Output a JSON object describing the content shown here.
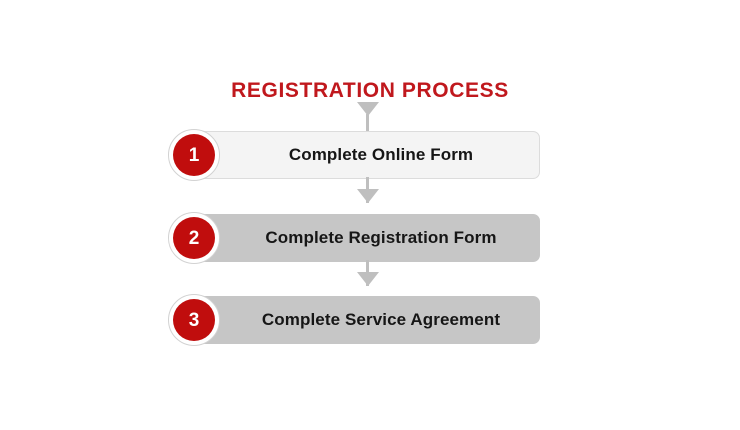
{
  "diagram": {
    "title": "REGISTRATION PROCESS",
    "title_color": "#c0181d",
    "background_color": "#ffffff",
    "badge_color": "#c00d0d",
    "connector_color": "#bfbfbf",
    "steps": [
      {
        "number": "1",
        "label": "Complete Online Form",
        "fill": "#f4f4f4",
        "style": "light"
      },
      {
        "number": "2",
        "label": "Complete Registration Form",
        "fill": "#c6c6c6",
        "style": "dark"
      },
      {
        "number": "3",
        "label": "Complete Service Agreement",
        "fill": "#c6c6c6",
        "style": "dark"
      }
    ],
    "connectors": [
      {
        "name": "title-to-step1",
        "direction": "down"
      },
      {
        "name": "step1-to-step2",
        "direction": "down"
      },
      {
        "name": "step2-to-step3",
        "direction": "down"
      }
    ]
  }
}
